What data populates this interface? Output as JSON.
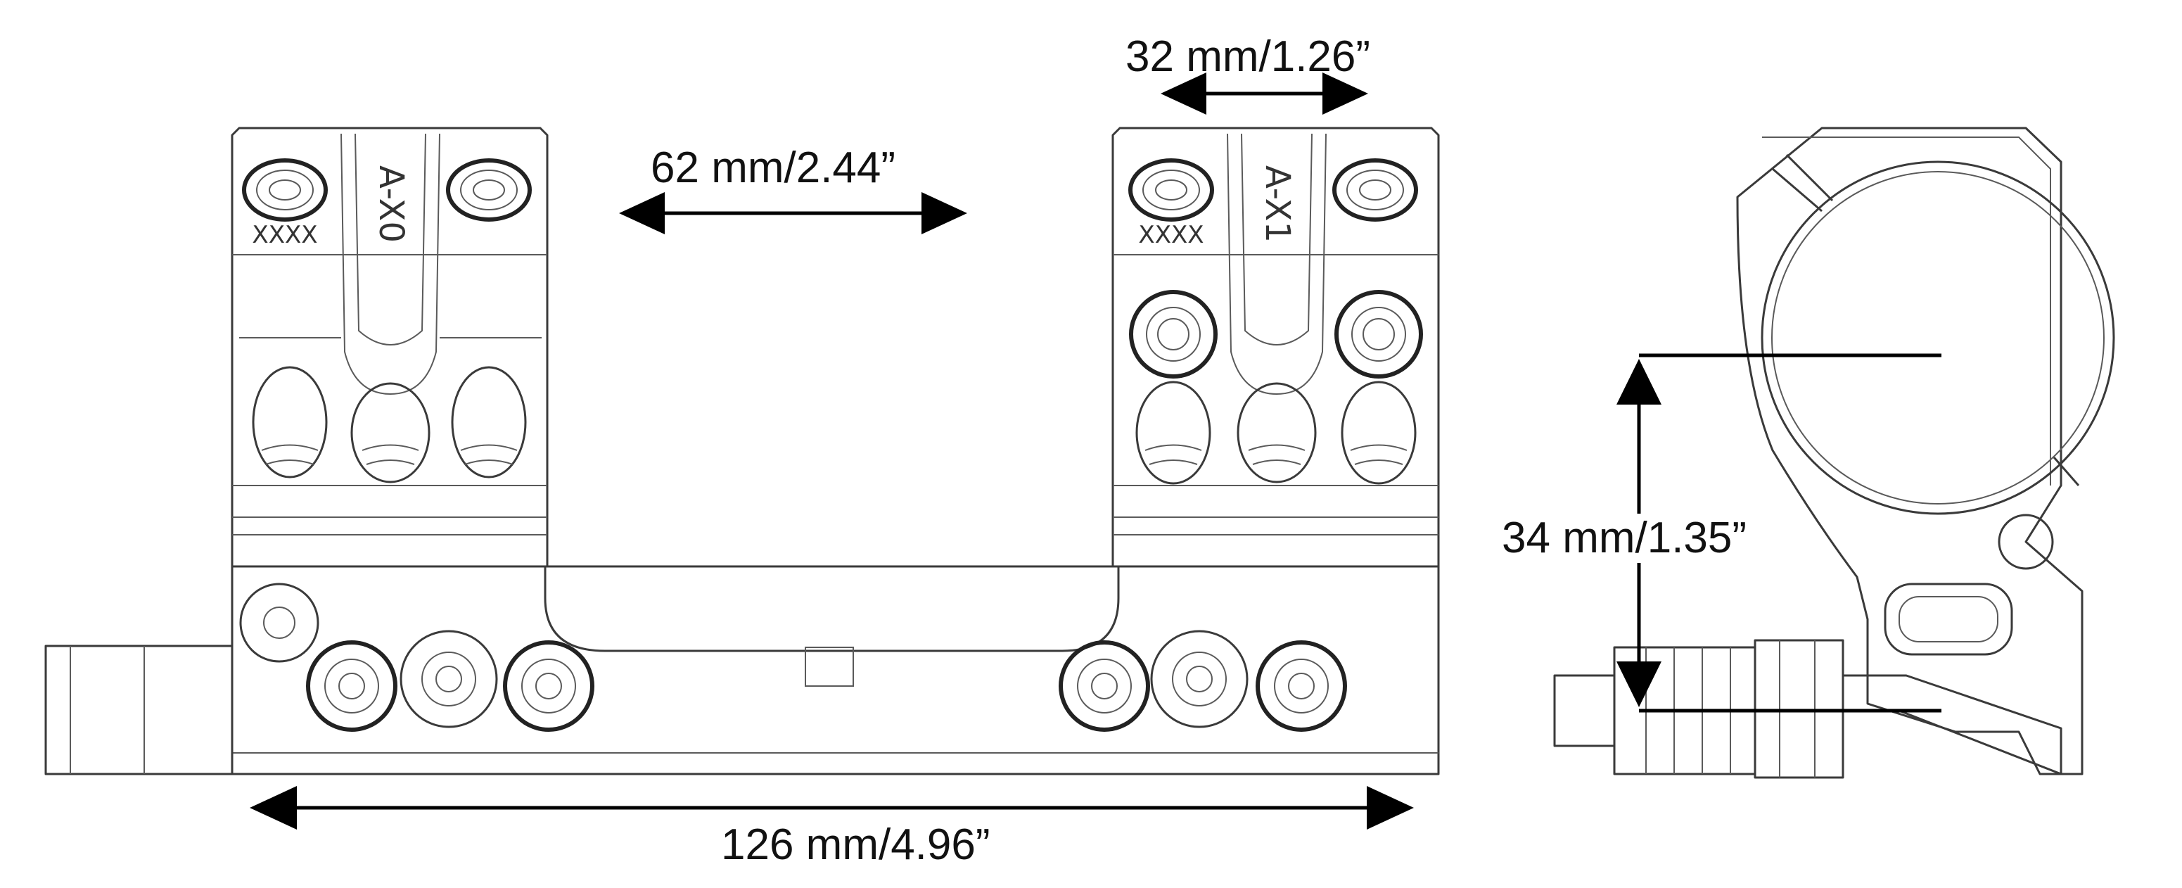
{
  "dimensions": {
    "ring_width": "32 mm/1.26”",
    "ring_spacing": "62 mm/2.44”",
    "overall_length": "126 mm/4.96”",
    "center_height": "34 mm/1.35”"
  },
  "engravings": {
    "left_ring_code": "A-X0",
    "right_ring_code": "A-X1",
    "left_serial": "XXXX",
    "right_serial": "XXXX"
  },
  "colors": {
    "line": "#3a3a3a",
    "arrow": "#000000",
    "background": "#ffffff"
  }
}
